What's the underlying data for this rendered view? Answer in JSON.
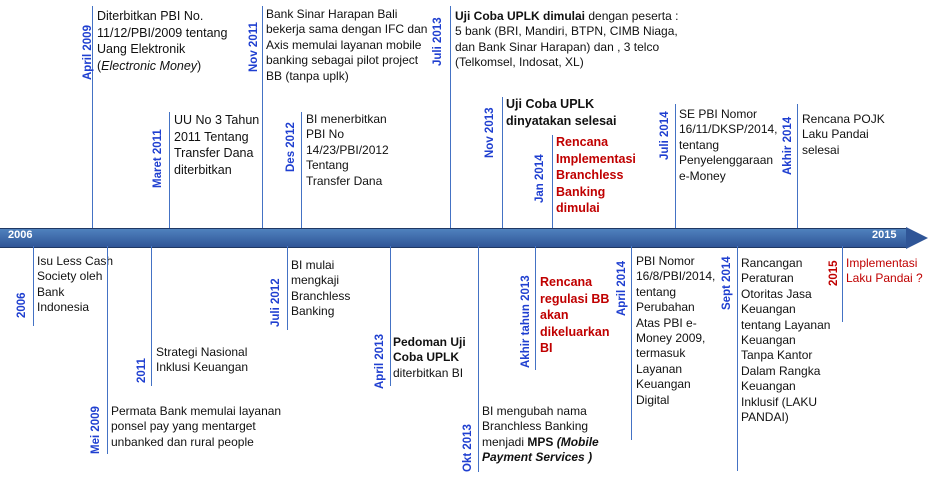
{
  "axis": {
    "start_label": "2006",
    "end_label": "2015"
  },
  "events": {
    "april2009": {
      "date": "April 2009",
      "p1": "Diterbitkan PBI No. 11/12/PBI/2009 tentang Uang Elektronik (",
      "italic": "Electronic Money",
      "p2": ")"
    },
    "maret2011": {
      "date": "Maret 2011",
      "text": "UU No 3 Tahun 2011 Tentang Transfer Dana diterbitkan"
    },
    "nov2011": {
      "date": "Nov 2011",
      "text": "Bank Sinar Harapan Bali bekerja sama dengan IFC dan Axis memulai layanan mobile banking sebagai pilot project BB (tanpa uplk)"
    },
    "des2012": {
      "date": "Des 2012",
      "text": "BI menerbitkan PBI No 14/23/PBI/2012 Tentang Transfer Dana"
    },
    "juli2013": {
      "date": "Juli 2013",
      "bold": "Uji Coba UPLK dimulai",
      "text": " dengan peserta : 5 bank (BRI, Mandiri, BTPN, CIMB Niaga, dan Bank Sinar Harapan) dan , 3 telco (Telkomsel, Indosat, XL)"
    },
    "nov2013": {
      "date": "Nov 2013",
      "bold": "Uji Coba UPLK dinyatakan selesai"
    },
    "jan2014": {
      "date": "Jan 2014",
      "text": "Rencana Implementasi Branchless Banking dimulai"
    },
    "juli2014": {
      "date": "Juli 2014",
      "text": "SE PBI Nomor 16/11/DKSP/2014, tentang Penyelenggaraan e-Money"
    },
    "akhir2014": {
      "date": "Akhir 2014",
      "text": "Rencana POJK Laku Pandai selesai"
    },
    "y2006": {
      "date": "2006",
      "text": "Isu Less Cash Society oleh Bank Indonesia"
    },
    "y2011": {
      "date": "2011",
      "text": "Strategi Nasional Inklusi Keuangan"
    },
    "mei2009": {
      "date": "Mei 2009",
      "text": "Permata Bank memulai layanan ponsel pay yang mentarget unbanked dan rural people"
    },
    "juli2012": {
      "date": "Juli 2012",
      "text": "BI mulai mengkaji Branchless Banking"
    },
    "april2013": {
      "date": "April 2013",
      "bold": "Pedoman Uji Coba UPLK",
      "text": " diterbitkan BI"
    },
    "okt2013": {
      "date": "Okt 2013",
      "p1": "BI mengubah nama Branchless Banking menjadi ",
      "bold": "MPS",
      "bolditalic": " (Mobile Payment Services )"
    },
    "akhirtahun2013": {
      "date": "Akhir tahun 2013",
      "text": "Rencana regulasi BB akan dikeluarkan BI"
    },
    "april2014": {
      "date": "April 2014",
      "text": "PBI Nomor 16/8/PBI/2014, tentang Perubahan Atas PBI e-Money 2009, termasuk Layanan Keuangan Digital"
    },
    "sept2014": {
      "date": "Sept 2014",
      "text": "Rancangan Peraturan Otoritas Jasa Keuangan tentang Layanan Keuangan Tanpa Kantor Dalam Rangka Keuangan Inklusif (LAKU PANDAI)"
    },
    "y2015": {
      "date": "2015",
      "text": "Implementasi Laku Pandai ?"
    }
  },
  "colors": {
    "axis": "#2f5597",
    "date_text": "#1f3fd0",
    "highlight": "#c00000",
    "body_text": "#111111"
  }
}
